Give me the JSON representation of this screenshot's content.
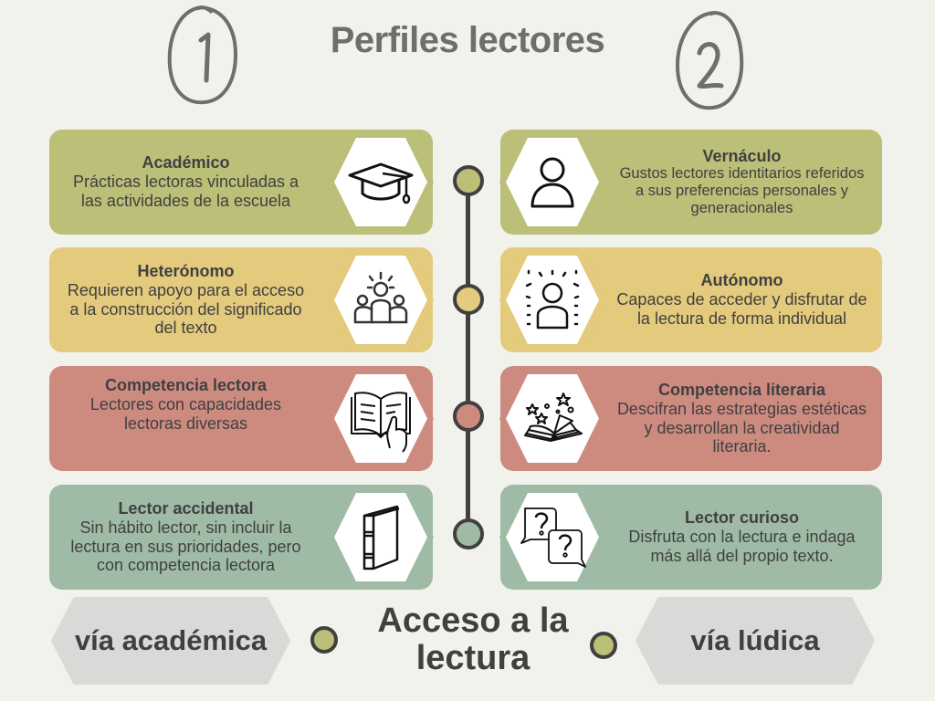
{
  "title": "Perfiles lectores",
  "column_numbers": [
    "1",
    "2"
  ],
  "colors": {
    "background": "#f2f2ec",
    "olive": "#bcbf78",
    "mustard": "#e3ca7c",
    "rose": "#cd8b80",
    "sage": "#9fbba5",
    "pill_gray": "#d9d9d7",
    "text": "#404040",
    "title": "#6e6e6e"
  },
  "left_column": [
    {
      "title": "Académico",
      "description": "Prácticas lectoras vinculadas a las actividades de la escuela",
      "icon": "graduation-cap-icon"
    },
    {
      "title": "Heterónomo",
      "description": "Requieren apoyo para el acceso a la construcción del significado del texto",
      "icon": "group-people-icon"
    },
    {
      "title": "Competencia lectora",
      "description": "Lectores con capacidades lectoras diversas",
      "icon": "open-book-hand-icon"
    },
    {
      "title": "Lector accidental",
      "description": "Sin hábito lector, sin incluir la lectura en sus prioridades, pero con competencia lectora",
      "icon": "closed-book-icon"
    }
  ],
  "right_column": [
    {
      "title": "Vernáculo",
      "description": "Gustos lectores identitarios referidos a sus preferencias personales y generacionales",
      "icon": "person-icon"
    },
    {
      "title": "Autónomo",
      "description": "Capaces de acceder y disfrutar de la lectura de forma individual",
      "icon": "person-radiant-icon"
    },
    {
      "title": "Competencia literaria",
      "description": "Descifran las estrategias estéticas y desarrollan la creatividad literaria.",
      "icon": "magic-book-icon"
    },
    {
      "title": "Lector curioso",
      "description": "Disfruta con la lectura e indaga más allá del propio texto.",
      "icon": "question-bubbles-icon"
    }
  ],
  "bottom": {
    "left_path": "vía académica",
    "center": "Acceso a la lectura",
    "right_path": "vía lúdica"
  }
}
